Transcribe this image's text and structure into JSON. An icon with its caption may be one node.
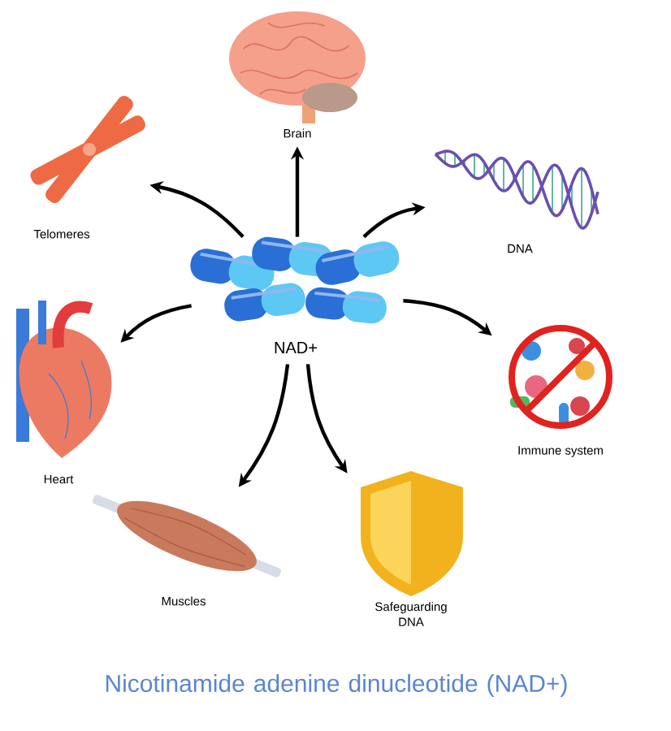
{
  "diagram": {
    "title": "Nicotinamide adenine dinucleotide (NAD+)",
    "nodes": [
      {
        "text": [
          "NAD+"
        ]
      },
      {
        "text": [
          "Brain"
        ]
      },
      {
        "text": [
          "Telomeres"
        ]
      },
      {
        "text": [
          "DNA"
        ]
      },
      {
        "text": [
          "Heart"
        ]
      },
      {
        "text": [
          "Immune system"
        ]
      },
      {
        "text": [
          "Muscles"
        ]
      },
      {
        "text": [
          "Safeguarding DNA"
        ]
      }
    ],
    "edges": [
      {
        "from": 0,
        "to": 1,
        "arrow": "to"
      },
      {
        "from": 0,
        "to": 2,
        "arrow": "to"
      },
      {
        "from": 0,
        "to": 3,
        "arrow": "to"
      },
      {
        "from": 0,
        "to": 4,
        "arrow": "to"
      },
      {
        "from": 0,
        "to": 5,
        "arrow": "to"
      },
      {
        "from": 0,
        "to": 6,
        "arrow": "to"
      },
      {
        "from": 0,
        "to": 7,
        "arrow": "to"
      }
    ]
  }
}
